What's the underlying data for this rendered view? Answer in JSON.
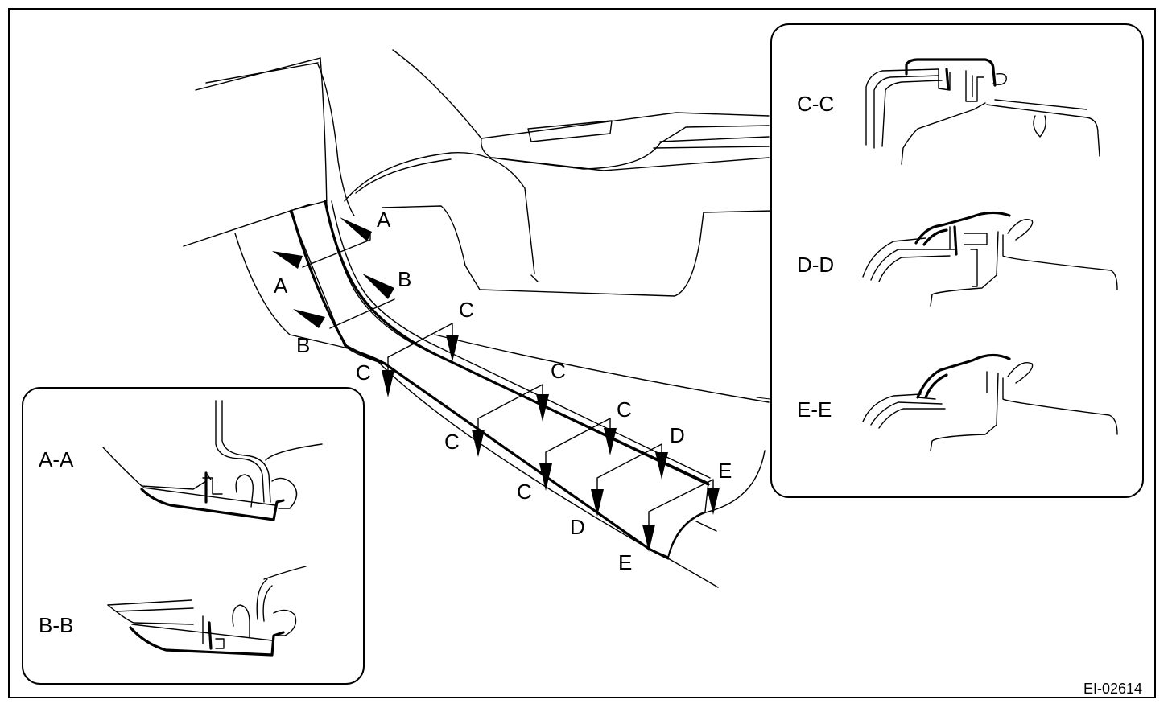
{
  "figure_code": "EI-02614",
  "section_markers": {
    "a1": "A",
    "a2": "A",
    "b1": "B",
    "b2": "B",
    "c1": "C",
    "c2": "C",
    "c3": "C",
    "c4": "C",
    "c5": "C",
    "c6": "C",
    "d1": "D",
    "d2": "D",
    "e1": "E",
    "e2": "E"
  },
  "inset_labels": {
    "aa": "A-A",
    "bb": "B-B",
    "cc": "C-C",
    "dd": "D-D",
    "ee": "E-E"
  }
}
